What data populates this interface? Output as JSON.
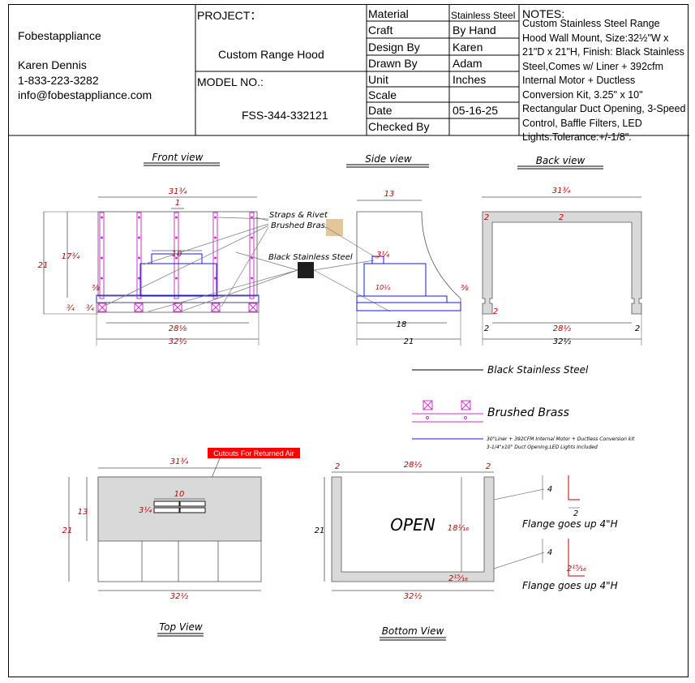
{
  "company": {
    "name": "Fobestappliance",
    "contact": "Karen Dennis",
    "phone": "1-833-223-3282",
    "email": "info@fobestappliance.com"
  },
  "project": {
    "label": "PROJECT：",
    "value": "Custom Range Hood",
    "model_label": "MODEL NO.:",
    "model_value": "FSS-344-332121"
  },
  "specs": [
    {
      "label": "Material",
      "value": "Stainless Steel"
    },
    {
      "label": "Craft",
      "value": "By Hand"
    },
    {
      "label": "Design By",
      "value": "Karen"
    },
    {
      "label": "Drawn By",
      "value": "Adam"
    },
    {
      "label": "Unit",
      "value": "Inches"
    },
    {
      "label": "Scale",
      "value": ""
    },
    {
      "label": "Date",
      "value": "05-16-25"
    },
    {
      "label": "Checked By",
      "value": ""
    }
  ],
  "notes": {
    "title": "NOTES:",
    "body": "Custom Stainless Steel Range Hood Wall Mount, Size:32½\"W x 21\"D x 21\"H, Finish: Black Stainless Steel,Comes w/ Liner + 392cfm Internal Motor + Ductless Conversion Kit, 3.25\" x 10\" Rectangular Duct Opening, 3-Speed Control, Baffle Filters, LED Lights.Tolerance:+/-1/8\"."
  },
  "views": {
    "front": "Front view",
    "side": "Side view",
    "back": "Back view",
    "top": "Top View",
    "bottom": "Bottom View"
  },
  "callouts": {
    "straps_1": "Straps & Rivet",
    "straps_2": "Brushed Brass",
    "black_ss": "Black Stainless Steel",
    "cutouts": "Cutouts For Returned Air",
    "open": "OPEN",
    "flange": "Flange goes up 4\"H"
  },
  "legend": {
    "black": "Black Stainless Steel",
    "brass": "Brushed Brass",
    "liner_1": "30\"Liner + 392CFM Internal Motor + Ductless Conversion kit",
    "liner_2": "3-1/4\"x10\" Duct Opening,LED Lights Included"
  },
  "dims": {
    "w_31_3_4": "31¾",
    "w_32_1_2": "32½",
    "w_28_1_2": "28½",
    "w_28_1_8": "28⅛",
    "h_21": "21",
    "h_17_3_4": "17¾",
    "d_13": "13",
    "d_18": "18",
    "d_10": "10",
    "d_10_1_4": "10¼",
    "d_1": "1",
    "d_2": "2",
    "d_3_4": "¾",
    "d_3_8": "⅜",
    "d_3_1_4": "3¼",
    "d_4": "4",
    "d_18_1_16": "18¹⁄₁₆",
    "d_2_15_16": "2¹⁵⁄₁₆"
  },
  "colors": {
    "dimension": "#c00000",
    "brass": "#cc33cc",
    "liner": "#1a1ad6",
    "brass_swatch": "#e3c79a",
    "black_swatch": "#1e1e1e",
    "steel_fill": "#d9d9d9",
    "cutout_bg": "#ff0000"
  }
}
